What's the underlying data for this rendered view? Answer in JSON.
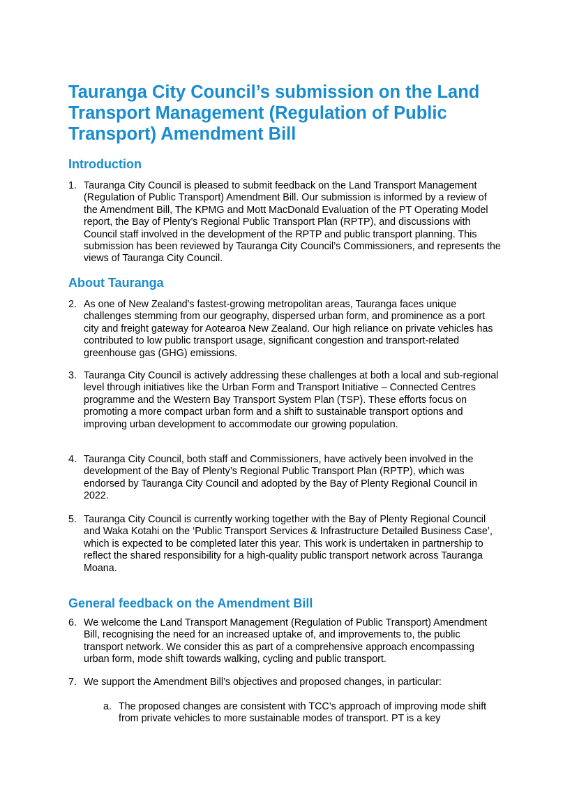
{
  "document": {
    "title": "Tauranga City Council’s submission on the Land Transport Management (Regulation of Public Transport) Amendment Bill",
    "sections": [
      {
        "heading": "Introduction",
        "items": [
          {
            "number": "1.",
            "text": "Tauranga City Council is pleased to submit feedback on the Land Transport Management (Regulation of Public Transport) Amendment Bill. Our submission is informed by a review of the Amendment Bill, The KPMG and Mott MacDonald Evaluation of the PT Operating Model report, the Bay of Plenty’s Regional Public Transport Plan (RPTP), and discussions with Council staff involved in the development of the RPTP and public transport planning. This submission has been reviewed by Tauranga City Council’s Commissioners, and represents the views of Tauranga City Council."
          }
        ]
      },
      {
        "heading": "About Tauranga",
        "items": [
          {
            "number": "2.",
            "text": "As one of New Zealand's fastest-growing metropolitan areas, Tauranga faces unique challenges stemming from our geography, dispersed urban form, and prominence as a port city and freight gateway for Aotearoa New Zealand. Our high reliance on private vehicles has contributed to low public transport usage, significant congestion and transport-related greenhouse gas (GHG) emissions."
          },
          {
            "number": "3.",
            "text": "Tauranga City Council is actively addressing these challenges at both a local and sub-regional level through initiatives like the Urban Form and Transport Initiative – Connected Centres programme and the Western Bay Transport System Plan (TSP). These efforts focus on promoting a more compact urban form and a shift to sustainable transport options and improving urban development to accommodate our growing population."
          },
          {
            "number": "4.",
            "text": "Tauranga City Council, both staff and Commissioners, have actively been involved in the development of the Bay of Plenty’s Regional Public Transport Plan (RPTP), which was endorsed by Tauranga City Council and adopted by the Bay of Plenty Regional Council in 2022."
          },
          {
            "number": "5.",
            "text": "Tauranga City Council is currently working together with the Bay of Plenty Regional Council and Waka Kotahi on the ‘Public Transport Services & Infrastructure Detailed Business Case’, which is expected to be completed later this year. This work is undertaken in partnership to reflect the shared responsibility for a high-quality public transport network across Tauranga Moana."
          }
        ]
      },
      {
        "heading": "General feedback on the Amendment Bill",
        "items": [
          {
            "number": "6.",
            "text": "We welcome the Land Transport Management (Regulation of Public Transport) Amendment Bill, recognising the need for an increased uptake of, and improvements to, the public transport network. We consider this as part of a comprehensive approach encompassing urban form, mode shift towards walking, cycling and public transport."
          },
          {
            "number": "7.",
            "text": "We support the Amendment Bill’s objectives and proposed changes, in particular:"
          }
        ],
        "subitems": [
          {
            "letter": "a.",
            "text": "The proposed changes are consistent with TCC’s approach of improving mode shift from private vehicles to more sustainable modes of transport. PT is a key"
          }
        ]
      }
    ]
  }
}
